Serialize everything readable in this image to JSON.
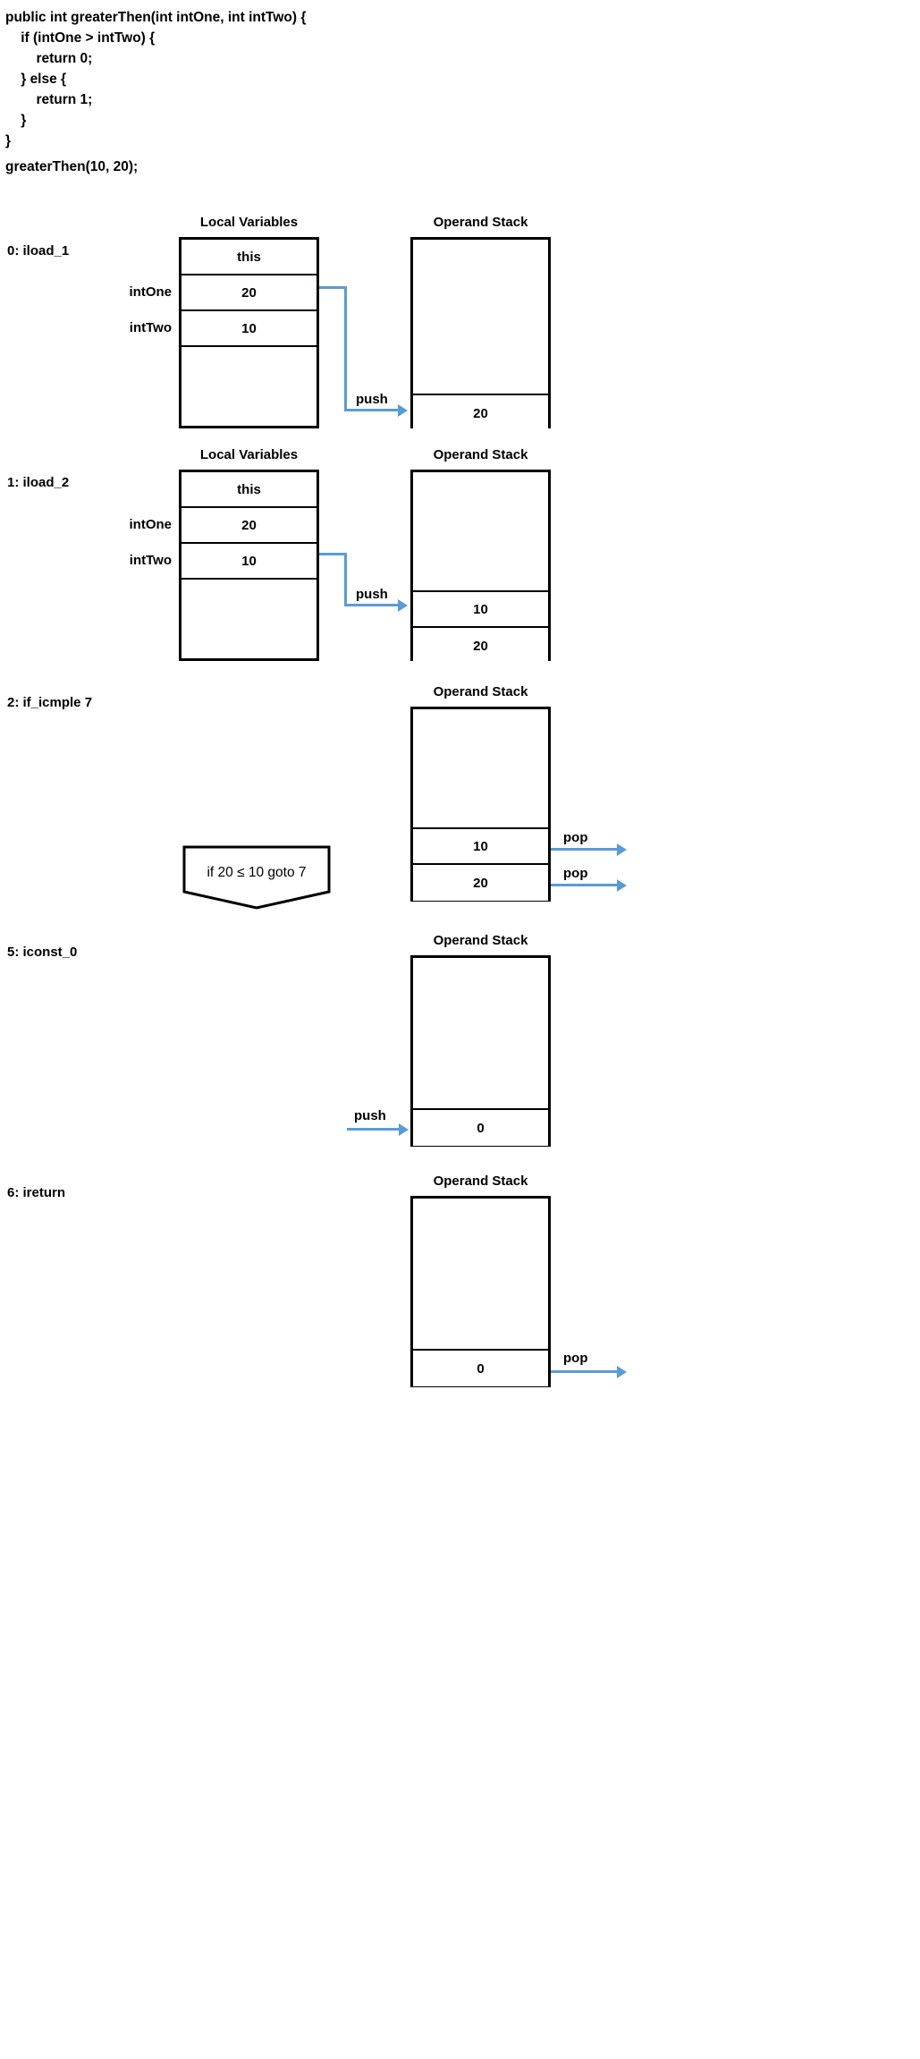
{
  "source_code": {
    "lines": [
      "public int greaterThen(int intOne, int intTwo) {",
      "    if (intOne > intTwo) {",
      "        return 0;",
      "    } else {",
      "        return 1;",
      "    }",
      "}"
    ],
    "text": "public int greaterThen(int intOne, int intTwo) {\n    if (intOne > intTwo) {\n        return 0;\n    } else {\n        return 1;\n    }\n}",
    "invocation": "greaterThen(10, 20);"
  },
  "labels": {
    "local_variables": "Local Variables",
    "operand_stack": "Operand Stack",
    "push": "push",
    "pop": "pop"
  },
  "colors": {
    "arrow": "#5b9bd5",
    "border": "#000000",
    "background": "#ffffff"
  },
  "steps": [
    {
      "instruction": "0: iload_1",
      "local_variables": {
        "title": "Local Variables",
        "slots": [
          {
            "label": "",
            "value": "this"
          },
          {
            "label": "intOne",
            "value": "20"
          },
          {
            "label": "intTwo",
            "value": "10"
          },
          {
            "label": "",
            "value": ""
          }
        ]
      },
      "operand_stack": {
        "title": "Operand Stack",
        "slots": [
          "",
          "",
          "20"
        ]
      },
      "arrows": [
        {
          "kind": "push",
          "label": "push",
          "value": "20"
        }
      ]
    },
    {
      "instruction": "1: iload_2",
      "local_variables": {
        "title": "Local Variables",
        "slots": [
          {
            "label": "",
            "value": "this"
          },
          {
            "label": "intOne",
            "value": "20"
          },
          {
            "label": "intTwo",
            "value": "10"
          },
          {
            "label": "",
            "value": ""
          }
        ]
      },
      "operand_stack": {
        "title": "Operand Stack",
        "slots": [
          "",
          "10",
          "20"
        ]
      },
      "arrows": [
        {
          "kind": "push",
          "label": "push",
          "value": "10"
        }
      ]
    },
    {
      "instruction": "2: if_icmple 7",
      "condition_box": "if 20 ≤ 10 goto 7",
      "operand_stack": {
        "title": "Operand Stack",
        "slots": [
          "",
          "10",
          "20"
        ]
      },
      "arrows": [
        {
          "kind": "pop",
          "label": "pop",
          "value": "10"
        },
        {
          "kind": "pop",
          "label": "pop",
          "value": "20"
        }
      ]
    },
    {
      "instruction": "5: iconst_0",
      "operand_stack": {
        "title": "Operand Stack",
        "slots": [
          "",
          "0"
        ]
      },
      "arrows": [
        {
          "kind": "push",
          "label": "push",
          "value": "0"
        }
      ]
    },
    {
      "instruction": "6: ireturn",
      "operand_stack": {
        "title": "Operand Stack",
        "slots": [
          "",
          "0"
        ]
      },
      "arrows": [
        {
          "kind": "pop",
          "label": "pop",
          "value": "0"
        }
      ]
    }
  ]
}
